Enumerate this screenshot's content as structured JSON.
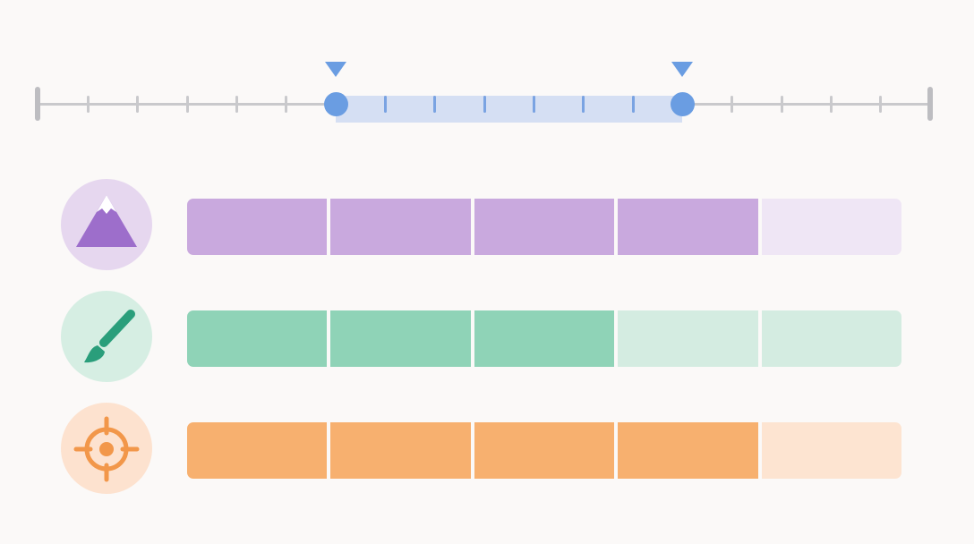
{
  "slider": {
    "min": 0,
    "max": 18,
    "range_start": 6,
    "range_end": 13,
    "tick_count": 17,
    "accent_color": "#6a9de2"
  },
  "ratings": [
    {
      "icon": "mountain-icon",
      "value": 4,
      "max": 5,
      "filled_color": "#c9a9de",
      "empty_color": "#efe6f5",
      "icon_bg": "#e6d7ef",
      "icon_color": "#9d6ecb"
    },
    {
      "icon": "paintbrush-icon",
      "value": 3,
      "max": 5,
      "filled_color": "#8fd3b7",
      "empty_color": "#d4ece1",
      "icon_bg": "#d6eee3",
      "icon_color": "#2a9e7b"
    },
    {
      "icon": "crosshair-icon",
      "value": 4,
      "max": 5,
      "filled_color": "#f7b06f",
      "empty_color": "#fde4d1",
      "icon_bg": "#fde2cf",
      "icon_color": "#f2974a"
    }
  ]
}
